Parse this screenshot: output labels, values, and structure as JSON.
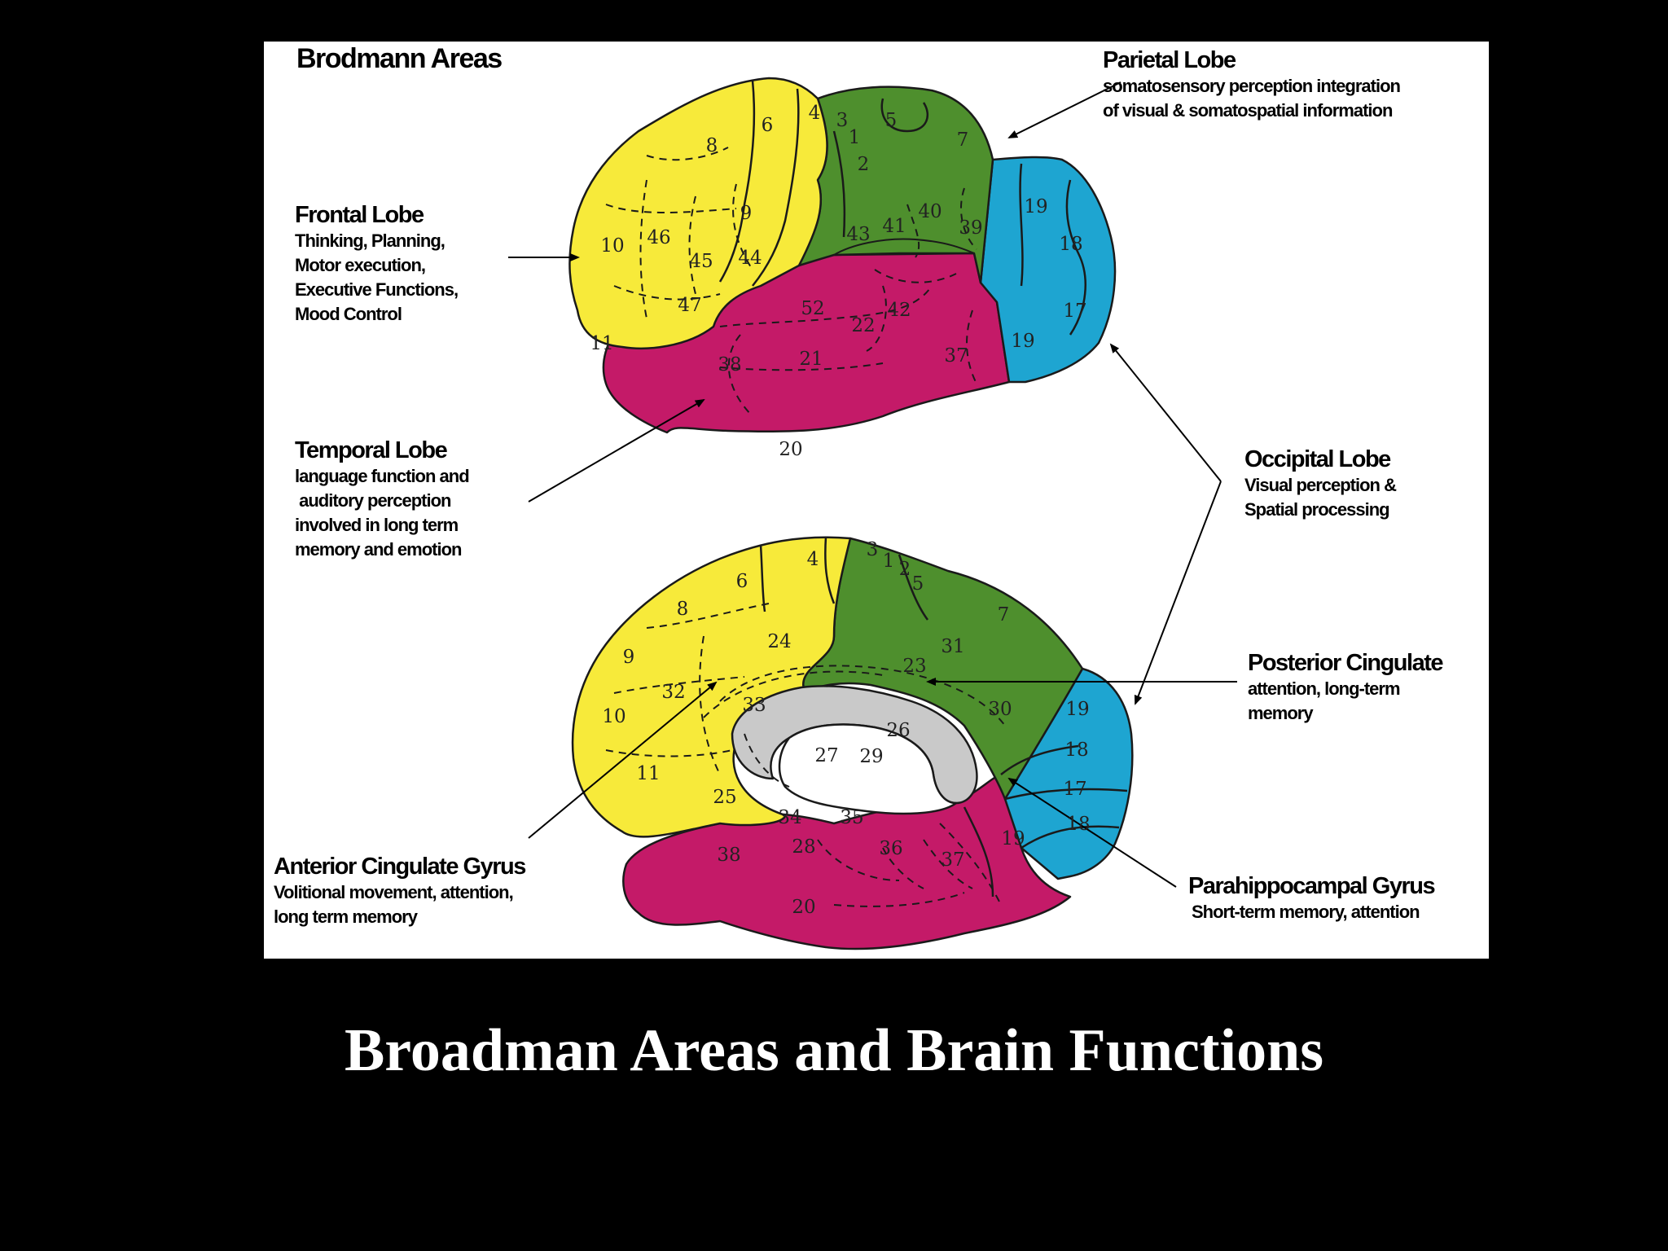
{
  "diagram": {
    "title": "Brodmann Areas",
    "colors": {
      "frontal": "#f7ea3a",
      "parietal": "#4e8f2d",
      "temporal": "#c41a68",
      "occipital": "#1ea5d1",
      "cingulate_gray": "#c9c9c9",
      "outline": "#1a1a1a"
    },
    "labels": {
      "parietal": {
        "heading": "Parietal Lobe",
        "lines": [
          "somatosensory perception integration",
          "of visual & somatospatial information"
        ]
      },
      "frontal": {
        "heading": "Frontal Lobe",
        "lines": [
          "Thinking, Planning,",
          "Motor execution,",
          "Executive Functions,",
          "Mood Control"
        ]
      },
      "temporal": {
        "heading": "Temporal Lobe",
        "lines": [
          "language function and",
          " auditory perception",
          "involved in long term",
          "memory and emotion"
        ]
      },
      "occipital": {
        "heading": "Occipital Lobe",
        "lines": [
          "Visual perception &",
          "Spatial processing"
        ]
      },
      "posterior_cingulate": {
        "heading": "Posterior Cingulate",
        "lines": [
          "attention, long-term",
          "memory"
        ]
      },
      "anterior_cingulate": {
        "heading": "Anterior Cingulate Gyrus",
        "lines": [
          "Volitional movement, attention,",
          "long term memory"
        ]
      },
      "parahippocampal": {
        "heading": "Parahippocampal Gyrus",
        "lines": [
          "Short-term memory, attention"
        ]
      }
    },
    "lateral_area_numbers": [
      "4",
      "6",
      "8",
      "3",
      "1",
      "2",
      "5",
      "7",
      "9",
      "10",
      "46",
      "45",
      "44",
      "47",
      "11",
      "43",
      "41",
      "40",
      "39",
      "19",
      "18",
      "17",
      "52",
      "22",
      "42",
      "21",
      "38",
      "37",
      "19",
      "20"
    ],
    "medial_area_numbers": [
      "4",
      "6",
      "8",
      "3",
      "1",
      "2",
      "5",
      "7",
      "24",
      "31",
      "9",
      "32",
      "23",
      "33",
      "30",
      "19",
      "10",
      "26",
      "27",
      "29",
      "18",
      "11",
      "25",
      "17",
      "34",
      "35",
      "18",
      "28",
      "36",
      "19",
      "38",
      "37",
      "20"
    ]
  },
  "slide": {
    "title": "Broadman Areas and Brain Functions"
  }
}
